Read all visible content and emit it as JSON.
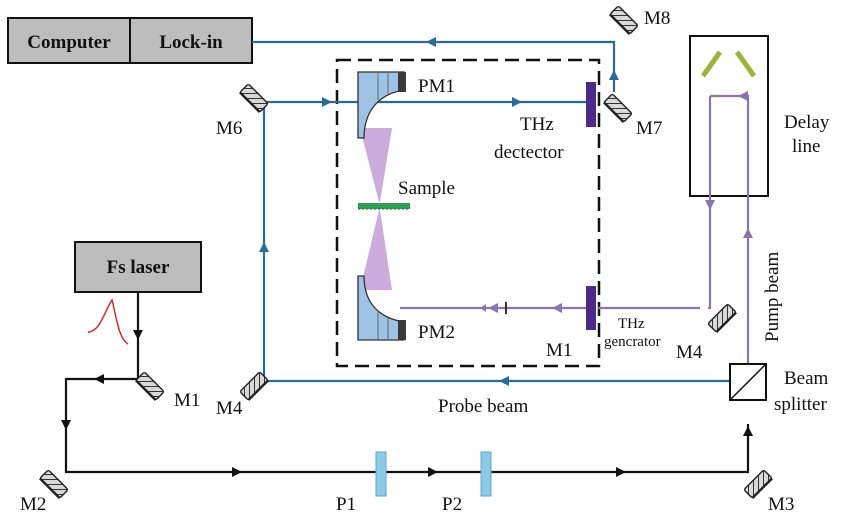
{
  "boxes": {
    "computer": "Computer",
    "lockin": "Lock-in",
    "laser": "Fs laser"
  },
  "labels": {
    "pm1": "PM1",
    "pm2": "PM2",
    "thz_detector_1": "THz",
    "thz_detector_2": "dectector",
    "sample": "Sample",
    "thz_generator_1": "THz",
    "thz_generator_2": "gencrator",
    "delay_line_1": "Delay",
    "delay_line_2": "line",
    "pump_beam": "Pump beam",
    "probe_beam": "Probe beam",
    "beam_splitter_1": "Beam",
    "beam_splitter_2": "splitter",
    "m1_top": "M1",
    "m1_bottom": "M1",
    "m2": "M2",
    "m3": "M3",
    "m4_left": "M4",
    "m4_right": "M4",
    "m6": "M6",
    "m7": "M7",
    "m8": "M8",
    "p1": "P1",
    "p2": "P2"
  },
  "colors": {
    "probe": "#2a6b96",
    "pump": "#8a76ad",
    "thz": "#b48fc9",
    "black_beam": "#111111",
    "box_fill": "#bdbdbd",
    "polarizer": "#8ecae6",
    "sample": "#2e9e52",
    "detector": "#4b2a8a",
    "delay_mirror": "#9ab43c"
  }
}
